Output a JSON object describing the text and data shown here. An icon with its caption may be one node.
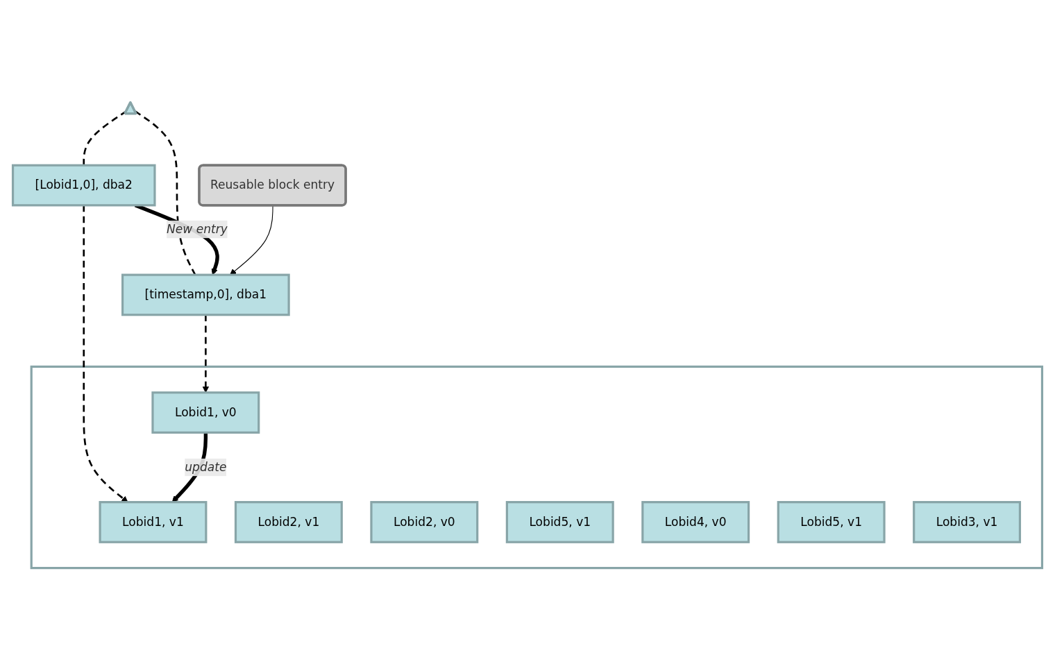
{
  "diagram": {
    "nodes": [
      {
        "text": [],
        "shape": "triangle"
      },
      {
        "text": [
          "[Lobid1,0], dba2"
        ]
      },
      {
        "text": [
          "[timestamp,0], dba1"
        ]
      },
      {
        "text": [
          "Reusable block entry"
        ]
      },
      {
        "text": [],
        "shape": "box"
      },
      {
        "text": [
          "Lobid1, v0"
        ],
        "in": 4
      },
      {
        "text": [
          "Lobid1, v1"
        ],
        "in": 4
      },
      {
        "text": [
          "Lobid2, v1"
        ],
        "in": 4
      },
      {
        "text": [
          "Lobid2, v0"
        ],
        "in": 4
      },
      {
        "text": [
          "Lobid5, v1"
        ],
        "in": 4
      },
      {
        "text": [
          "Lobid4, v0"
        ],
        "in": 4
      },
      {
        "text": [
          "Lobid5, v1"
        ],
        "in": 4
      },
      {
        "text": [
          "Lobid3, v1"
        ],
        "in": 4
      }
    ],
    "edges": [
      {
        "from": 0,
        "to": 1,
        "arrow": "none",
        "style": "dashed"
      },
      {
        "from": 0,
        "to": 2,
        "arrow": "none",
        "style": "dashed"
      },
      {
        "from": 1,
        "to": 2,
        "arrow": "to",
        "label": "New entry",
        "style": "thick"
      },
      {
        "from": 3,
        "to": 2,
        "arrow": "to"
      },
      {
        "from": 1,
        "to": 6,
        "arrow": "to",
        "style": "dashed"
      },
      {
        "from": 2,
        "to": 5,
        "arrow": "to",
        "style": "dashed"
      },
      {
        "from": 5,
        "to": 6,
        "arrow": "to",
        "label": "update",
        "style": "thick"
      }
    ]
  }
}
